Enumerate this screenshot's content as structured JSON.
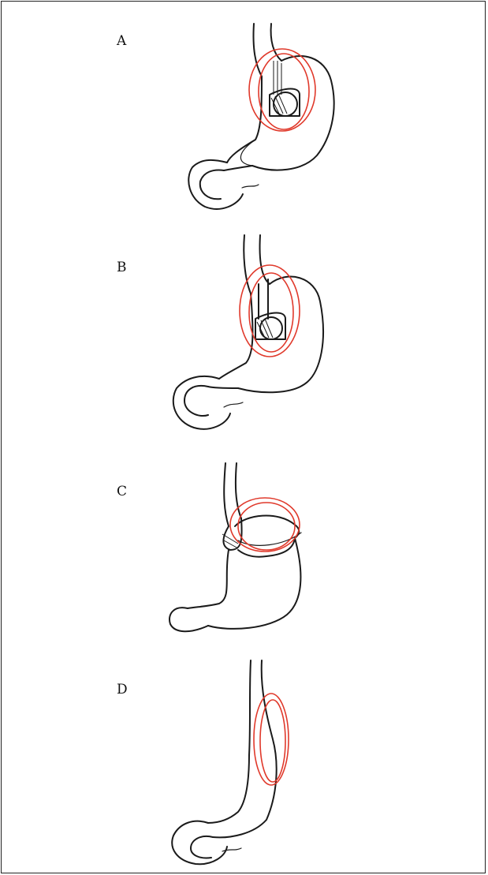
{
  "panels": [
    {
      "label": "A",
      "marker": "paraesophageal-sliding-fundus"
    },
    {
      "label": "B",
      "marker": "paraesophageal-fundus-herniation"
    },
    {
      "label": "C",
      "marker": "gastroesophageal-junction-band"
    },
    {
      "label": "D",
      "marker": "distal-esophagus-lower-curve"
    }
  ],
  "colors": {
    "ink": "#1a1a1a",
    "marker": "#e0392b",
    "frame": "#222222"
  }
}
